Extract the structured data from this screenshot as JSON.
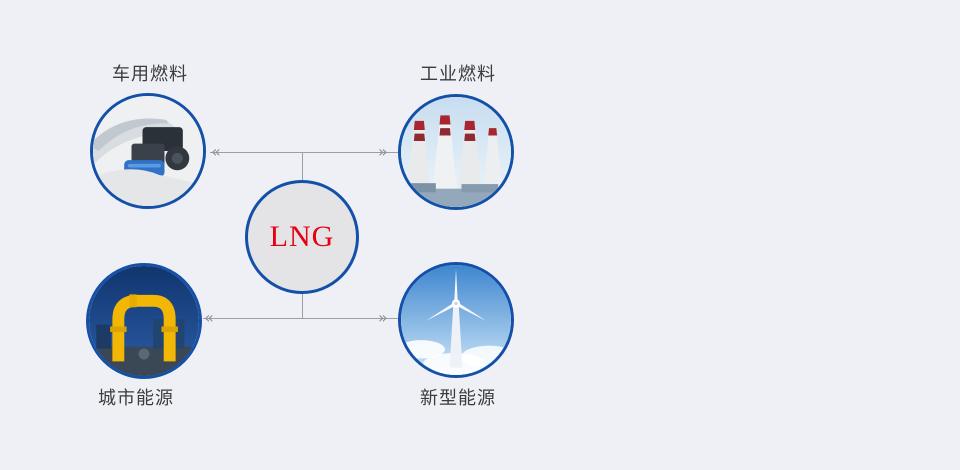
{
  "diagram": {
    "center_label": "LNG",
    "nodes": [
      {
        "id": "vehicle-fuel",
        "label": "车用燃料",
        "position": "top-left",
        "image": "car-engine-photo"
      },
      {
        "id": "industrial-fuel",
        "label": "工业燃料",
        "position": "top-right",
        "image": "power-plant-photo"
      },
      {
        "id": "city-energy",
        "label": "城市能源",
        "position": "bottom-left",
        "image": "gas-pipeline-photo"
      },
      {
        "id": "new-energy",
        "label": "新型能源",
        "position": "bottom-right",
        "image": "wind-turbine-photo"
      }
    ],
    "icons": {
      "arrow_left": "«",
      "arrow_right": "»"
    },
    "colors": {
      "background": "#eef0f5",
      "circle_border": "#1450a8",
      "center_fill": "#e4e4e6",
      "center_text": "#e60012",
      "label_text": "#3c3c3c",
      "connector": "#9aa0a6"
    }
  }
}
